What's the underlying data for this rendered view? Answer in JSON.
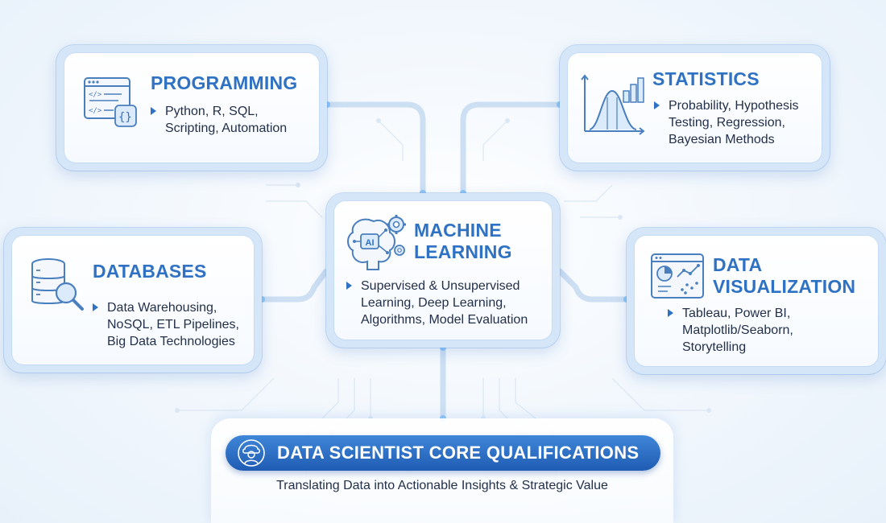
{
  "cards": {
    "programming": {
      "title": "PROGRAMMING",
      "bullet": "Python, R, SQL,\nScripting, Automation"
    },
    "statistics": {
      "title": "STATISTICS",
      "bullet": "Probability, Hypothesis\nTesting, Regression,\nBayesian Methods"
    },
    "databases": {
      "title": "DATABASES",
      "bullet": "Data Warehousing,\nNoSQL, ETL Pipelines,\nBig Data Technologies"
    },
    "machine_learning": {
      "title": "MACHINE\nLEARNING",
      "bullet": "Supervised & Unsupervised\nLearning, Deep Learning,\nAlgorithms, Model Evaluation",
      "icon_label": "AI"
    },
    "visualization": {
      "title": "DATA\nVISUALIZATION",
      "bullet": "Tableau, Power BI,\nMatplotlib/Seaborn,\nStorytelling"
    }
  },
  "banner": {
    "title": "DATA SCIENTIST CORE QUALIFICATIONS",
    "subtitle": "Translating Data into Actionable Insights & Strategic Value"
  },
  "icons": {
    "programming": "code-window-icon",
    "statistics": "bell-curve-chart-icon",
    "databases": "database-search-icon",
    "machine_learning": "ai-brain-gear-icon",
    "visualization": "dashboard-chart-icon",
    "banner": "data-scientist-avatar-icon"
  },
  "colors": {
    "accent": "#2f72c4",
    "banner": "#2a6dc4",
    "text": "#23304a",
    "connector": "#c9ddf2"
  }
}
